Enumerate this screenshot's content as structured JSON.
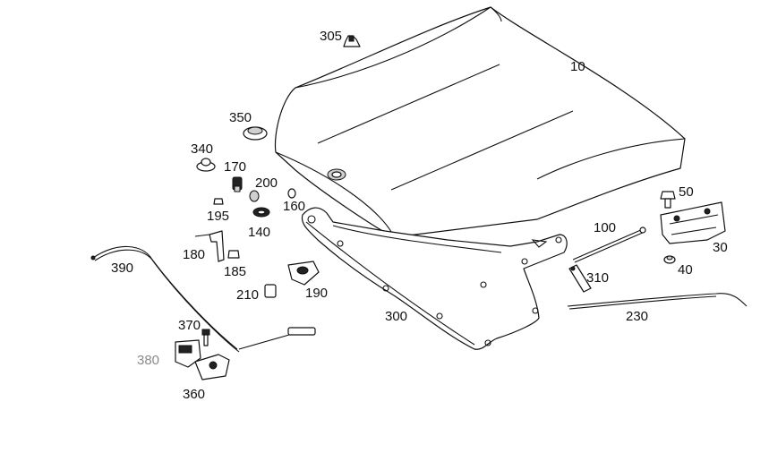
{
  "diagram": {
    "background": "#ffffff",
    "stroke_color": "#111111",
    "labels": {
      "p10": "10",
      "p30": "30",
      "p40": "40",
      "p50": "50",
      "p100": "100",
      "p140": "140",
      "p160": "160",
      "p170": "170",
      "p180": "180",
      "p185": "185",
      "p190": "190",
      "p195": "195",
      "p200": "200",
      "p210": "210",
      "p230": "230",
      "p300": "300",
      "p305": "305",
      "p310": "310",
      "p340": "340",
      "p350": "350",
      "p360": "360",
      "p370": "370",
      "p380": "380",
      "p390": "390"
    }
  }
}
